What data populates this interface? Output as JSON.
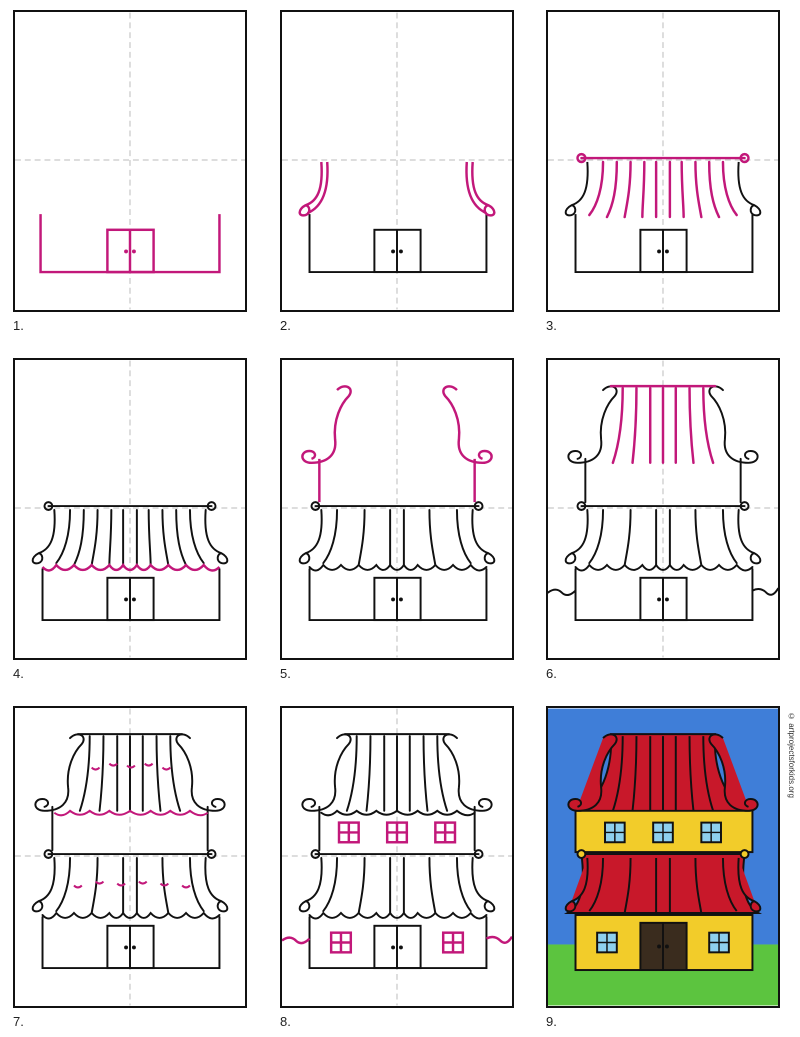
{
  "steps": [
    {
      "label": "1."
    },
    {
      "label": "2."
    },
    {
      "label": "3."
    },
    {
      "label": "4."
    },
    {
      "label": "5."
    },
    {
      "label": "6."
    },
    {
      "label": "7."
    },
    {
      "label": "8."
    },
    {
      "label": "9."
    }
  ],
  "credit": "© artprojectsforkids.org",
  "colors": {
    "ink": "#111111",
    "highlight": "#c2187a",
    "guide": "#bbbbbb",
    "sky": "#3f7ed8",
    "grass": "#5cc43f",
    "roof": "#c8182a",
    "wall": "#f2cc2a",
    "window": "#8ed0ee",
    "door": "#3a2c1e"
  }
}
